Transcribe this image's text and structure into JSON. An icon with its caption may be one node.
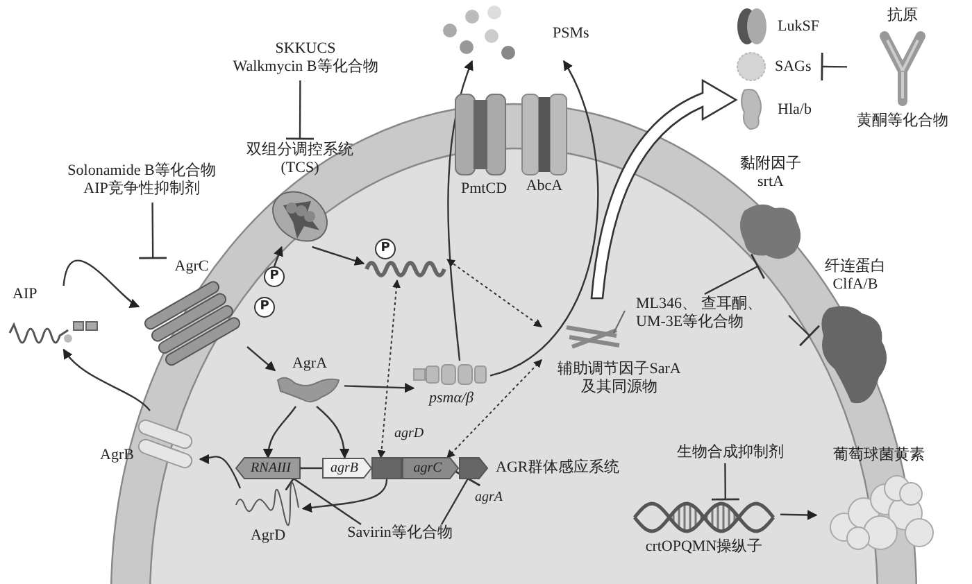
{
  "diagram": {
    "nodes": [
      {
        "text": [
          "SKKUCS Walkmycin B等化合物"
        ]
      },
      {
        "text": [
          "双组分调控系统 (TCS)"
        ]
      },
      {
        "text": [
          "Solonamide B等化合物 AIP竞争性抑制剂"
        ]
      },
      {
        "text": [
          "AgrC"
        ]
      },
      {
        "text": [
          "AIP"
        ]
      },
      {
        "text": [
          "AgrB"
        ]
      },
      {
        "text": [
          "AgrA"
        ]
      },
      {
        "text": [
          "psmα/β"
        ]
      },
      {
        "text": [
          "P"
        ]
      },
      {
        "text": [
          "PmtCD"
        ]
      },
      {
        "text": [
          "AbcA"
        ]
      },
      {
        "text": [
          "PSMs"
        ]
      },
      {
        "text": [
          "LukSF"
        ]
      },
      {
        "text": [
          "SAGs"
        ]
      },
      {
        "text": [
          "Hla/b"
        ]
      },
      {
        "text": [
          "抗原",
          "黄酮等化合物"
        ]
      },
      {
        "text": [
          "黏附因子 srtA"
        ]
      },
      {
        "text": [
          "纤连蛋白 ClfA/B"
        ]
      },
      {
        "text": [
          "ML346、 查耳酮、UM-3E等化合物"
        ]
      },
      {
        "text": [
          "辅助调节因子SarA 及其同源物"
        ]
      },
      {
        "text": [
          "RNAIII"
        ]
      },
      {
        "text": [
          "agrB"
        ]
      },
      {
        "text": [
          "agrD"
        ]
      },
      {
        "text": [
          "agrC"
        ]
      },
      {
        "text": [
          "agrA"
        ]
      },
      {
        "text": [
          "AgrD"
        ]
      },
      {
        "text": [
          "Savirin等化合物"
        ]
      },
      {
        "text": [
          "生物合成抑制剂"
        ]
      },
      {
        "text": [
          "crtOPQMN操纵子"
        ]
      },
      {
        "text": [
          "葡萄球菌黄素"
        ]
      },
      {
        "text": [
          "P"
        ]
      },
      {
        "text": [
          "P"
        ]
      }
    ],
    "edges": [
      {
        "from": 0,
        "to": 1,
        "arrow": "other"
      },
      {
        "from": 2,
        "to": 3,
        "arrow": "other"
      },
      {
        "from": 4,
        "to": 3,
        "arrow": "to"
      },
      {
        "from": 30,
        "to": 1,
        "arrow": "to"
      },
      {
        "from": 1,
        "to": 8,
        "arrow": "to"
      },
      {
        "from": 3,
        "to": 6,
        "arrow": "to"
      },
      {
        "from": 6,
        "to": 7,
        "arrow": "to"
      },
      {
        "from": 6,
        "to": 20,
        "arrow": "to"
      },
      {
        "from": 6,
        "to": 21,
        "arrow": "to"
      },
      {
        "from": 22,
        "to": 25,
        "arrow": "to"
      },
      {
        "from": 25,
        "to": 5,
        "arrow": "to"
      },
      {
        "from": 7,
        "to": 11,
        "arrow": "to"
      },
      {
        "from": 7,
        "to": 11,
        "arrow": "to"
      },
      {
        "from": null,
        "to": 14,
        "arrow": "to",
        "style": "thick"
      },
      {
        "from": 15,
        "to": 13,
        "arrow": "other"
      },
      {
        "from": 18,
        "to": 16,
        "arrow": "other"
      },
      {
        "from": 18,
        "to": 17,
        "arrow": "other"
      },
      {
        "from": 19,
        "to": 8,
        "arrow": "both",
        "style": "dashed"
      },
      {
        "from": 19,
        "to": 23,
        "arrow": "both",
        "style": "dashed"
      },
      {
        "from": 8,
        "to": 22,
        "arrow": "both",
        "style": "dashed"
      },
      {
        "from": 26,
        "to": 20,
        "arrow": "other"
      },
      {
        "from": 26,
        "to": 24,
        "arrow": "other"
      },
      {
        "from": 27,
        "to": 28,
        "arrow": "other"
      },
      {
        "from": 28,
        "to": 29,
        "arrow": "to"
      },
      {
        "from": 5,
        "to": 4,
        "arrow": "to"
      },
      {
        "from": 20,
        "to": 21,
        "arrow": "none"
      }
    ],
    "labels": [
      "AGR群体感应系统"
    ]
  }
}
